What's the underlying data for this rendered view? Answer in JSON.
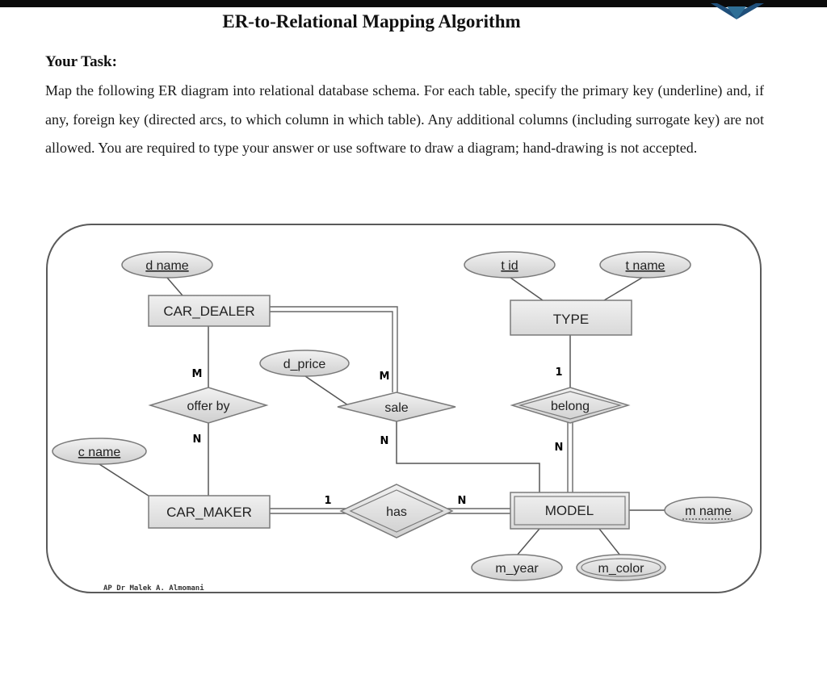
{
  "document": {
    "title": "ER-to-Relational Mapping Algorithm",
    "task_heading": "Your Task:",
    "task_text": "Map the following ER diagram into relational database schema. For each table, specify the primary key (underline) and, if any, foreign key (directed arcs, to which column in which table). Any additional columns (including surrogate key) are not allowed. You are required to type your answer or use software to draw a diagram; hand-drawing is not accepted."
  },
  "diagram": {
    "entities": {
      "car_dealer": "CAR_DEALER",
      "car_maker": "CAR_MAKER",
      "type": "TYPE",
      "model": "MODEL"
    },
    "relationships": {
      "offer_by": "offer by",
      "sale": "sale",
      "belong": "belong",
      "has": "has"
    },
    "attributes": {
      "d_name": "d name",
      "d_price": "d_price",
      "c_name": "c name",
      "t_id": "t id",
      "t_name": "t name",
      "m_name": "m name",
      "m_year": "m_year",
      "m_color": "m_color"
    },
    "cardinalities": {
      "offer_by_top": "M",
      "offer_by_bottom": "N",
      "sale_top": "M",
      "sale_bottom": "N",
      "belong_top": "1",
      "belong_bottom": "N",
      "has_left": "1",
      "has_right": "N"
    },
    "credit": "AP Dr Malek A. Almomani"
  },
  "colors": {
    "box_fill": "#e6e6e6",
    "ellipse_fill": "#dcdcdc",
    "border": "#7a7a7a",
    "logo": "#1f4f7a"
  }
}
